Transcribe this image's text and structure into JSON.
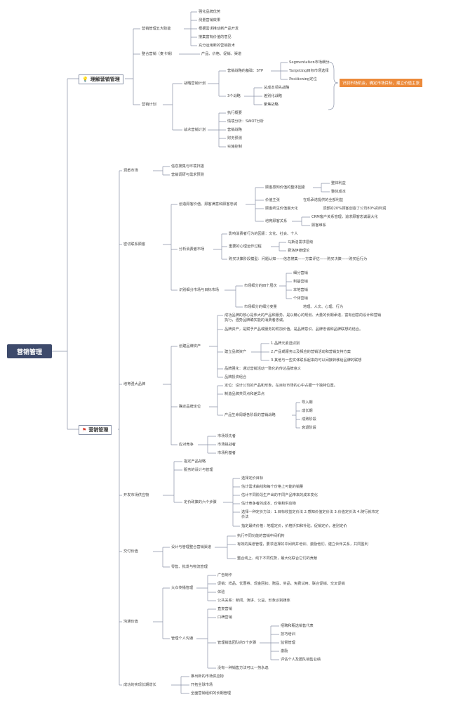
{
  "root": "营销管理",
  "section1": {
    "title": "理解营销管理",
    "icon": "lightbulb-icon",
    "a": {
      "label": "营销管理五大职能",
      "items": [
        "强化品牌优势",
        "测量营销效果",
        "根据需求推动新产品开发",
        "接集富有价值的意见",
        "充分运用新的营销技术"
      ]
    },
    "b": {
      "label": "整合营销（麦卡锡）",
      "items": [
        "产品、价格、促销、渠道"
      ]
    },
    "c": {
      "label": "营销计划",
      "strategic": {
        "label": "战略营销计划",
        "stp": {
          "label": "营销战略的基础：STP",
          "items": [
            "Segmentation市场细分",
            "Targeting目标市场选择",
            "Positioning定位"
          ]
        },
        "three": {
          "label": "3个战略",
          "items": [
            "总成本领先战略",
            "差别化战略",
            "聚焦战略"
          ]
        }
      },
      "tactical": {
        "label": "战术营销计划",
        "items": [
          "执行概要",
          "情境分析：SWOT分析",
          "营销战略",
          "财务预测",
          "实施控制"
        ]
      }
    },
    "callout": "识别市场机会，确定市场目标，建立价值主张"
  },
  "section2": {
    "title": "营销管理",
    "icon": "flag-icon",
    "insight": {
      "label": "洞悉市场",
      "items": [
        "信息搜集与环境扫描",
        "营销调研与需求预测"
      ]
    },
    "connect": {
      "label": "密切联系顾客",
      "value": {
        "label": "创造顾客价值、顾客满意和顾客忠诚",
        "perceived": {
          "label": "顾客感知价值的整体因素",
          "items": [
            "整体利益",
            "整体成本"
          ]
        },
        "price": {
          "label": "价值主张",
          "item": "在现承诺提供的全部利益"
        },
        "lifetime": {
          "label": "顾客终生价值最大化",
          "item": "顶部的20%顾客创造了公司80%的利润"
        },
        "relation": {
          "label": "培育顾客关系",
          "items": [
            "CRM客户关系管理，追求顾客忠诚最大化",
            "顾客维系"
          ]
        }
      },
      "analyze": {
        "label": "分析消费者市场",
        "items": [
          "影响消费者行为的因素：文化、社会、个人",
          "重要的心理运作过程",
          "购买决策阶段模型：问题认知——信息搜集——方案评估——购买决策——购买后行为"
        ],
        "sub": [
          "马斯洛需求层级",
          "费洛伊德理论"
        ]
      },
      "segment": {
        "label": "识别细分市场与目标市场",
        "levels": {
          "label": "市场细分的四个层次",
          "items": [
            "细分营销",
            "利基营销",
            "本地营销",
            "个体营销"
          ]
        },
        "vars": {
          "label": "市场细分的细分变量",
          "item": "地理、人文、心理、行为"
        }
      }
    },
    "brand": {
      "label": "培育强大品牌",
      "build": {
        "label": "创建品牌资产",
        "items": [
          "成功品牌的核心是伟大的产品和服务，是以精心的规划、大量的长期承诺，富有创意的设计和营销执行，强势品牌确实能的消费者忠诚。",
          "品牌资产，是赋予产品或服务的附加价值。是品牌意识、品牌忠诚和品牌联想的结合。",
          "建立品牌资产",
          "品牌强化：通过营销活动一致化的传达品牌意义",
          "品牌投资组合"
        ],
        "assets": [
          "1.品牌元素选识别",
          "2.产品或服务以及相应的营销活动和营销支持方案",
          "3.其他与一些实体联系起来的可以间接转移给品牌的联想"
        ]
      },
      "position": {
        "label": "确定品牌定位",
        "items": [
          "定位：设计公司的产品和形象，在目标市场的心中占据一个独特位置。",
          "制造品牌共同点和差异点",
          "产品生命周期各阶段的营销战略"
        ],
        "stages": [
          "导入期",
          "成长期",
          "成熟阶段",
          "衰退阶段"
        ]
      },
      "compete": {
        "label": "应对竞争",
        "items": [
          "市场领先者",
          "市场挑战者",
          "市场利基者"
        ]
      }
    },
    "offer": {
      "label": "开发市场供应物",
      "items": [
        "指定产品战略",
        "服务的设计与管理"
      ],
      "pricing": {
        "label": "定价政策的六个步骤",
        "items": [
          "选择定价目标",
          "估计需求曲线和每个价格上可能的销量",
          "估计不同阶段生产出的不同产品带来的成本变化",
          "估计竞争者的成本、价格和供应物",
          "选择一种定价方法：1.目标收益定价法 2.感知价值定价法 3.价值定价法 4.随行就市定价法",
          "指定最终价格：地理定价，价格折扣和补贴，促销定价，差别定价"
        ]
      }
    },
    "deliver": {
      "label": "交付价值",
      "channel": {
        "label": "设计与管理整合营销渠道",
        "items": [
          "执行不同功能的营销中间机构",
          "有效的渠道管理，要求选择好中间商并培训、激励他们，建立伙伴关系，共同盈利",
          "整合线上、线下不同优势，最大化联合它们的贡献"
        ]
      },
      "other": "零售、批发与物流管理"
    },
    "communicate": {
      "label": "沟通价值",
      "mass": {
        "label": "大众传播管理",
        "items": [
          "广告制作",
          "促销：样品、优惠券、现金回扣、赠品、奖品、免费试用、联合促销、交叉促销",
          "体验",
          "公共关系：新闻、演讲、公益、形象识别媒体"
        ]
      },
      "personal": {
        "label": "管理个人沟通",
        "items": [
          "直复营销",
          "口碑营销",
          "管理销售团队的5个步骤",
          "没有一种销售方法可以一劳永逸"
        ],
        "steps": [
          "招聘和甄选销售代表",
          "技巧培训",
          "监督管理",
          "激励",
          "评估个人及团队销售业绩"
        ]
      }
    },
    "growth": {
      "label": "成功的实现长期增长",
      "items": [
        "推出新的市场供应物",
        "开拓全球市场",
        "全面营销组织的长期管理"
      ]
    }
  }
}
